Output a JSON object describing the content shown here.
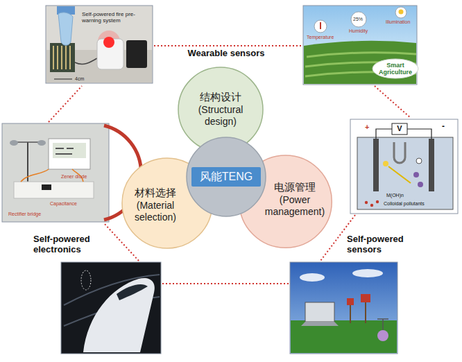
{
  "diagram": {
    "nodes": [
      {
        "text": [
          "结构设计",
          "(Structural design)"
        ]
      },
      {
        "text": [
          "材料选择",
          "(Material selection)"
        ]
      },
      {
        "text": [
          "风能TENG"
        ]
      },
      {
        "text": [
          "电源管理",
          "(Power management)"
        ]
      }
    ],
    "labels": [
      "Self-powered fire pre-warning system",
      "4cm",
      "Wearable sensors",
      "Illumination",
      "25%",
      "Humidity",
      "Temperature",
      "Smart Agriculture",
      "+",
      "V",
      "-",
      "Zener diode",
      "Capacitance",
      "Rectifier bridge",
      "M(OH)n",
      "Colloidal pollutants",
      "Self-powered electronics",
      "Self-powered sensors"
    ]
  }
}
